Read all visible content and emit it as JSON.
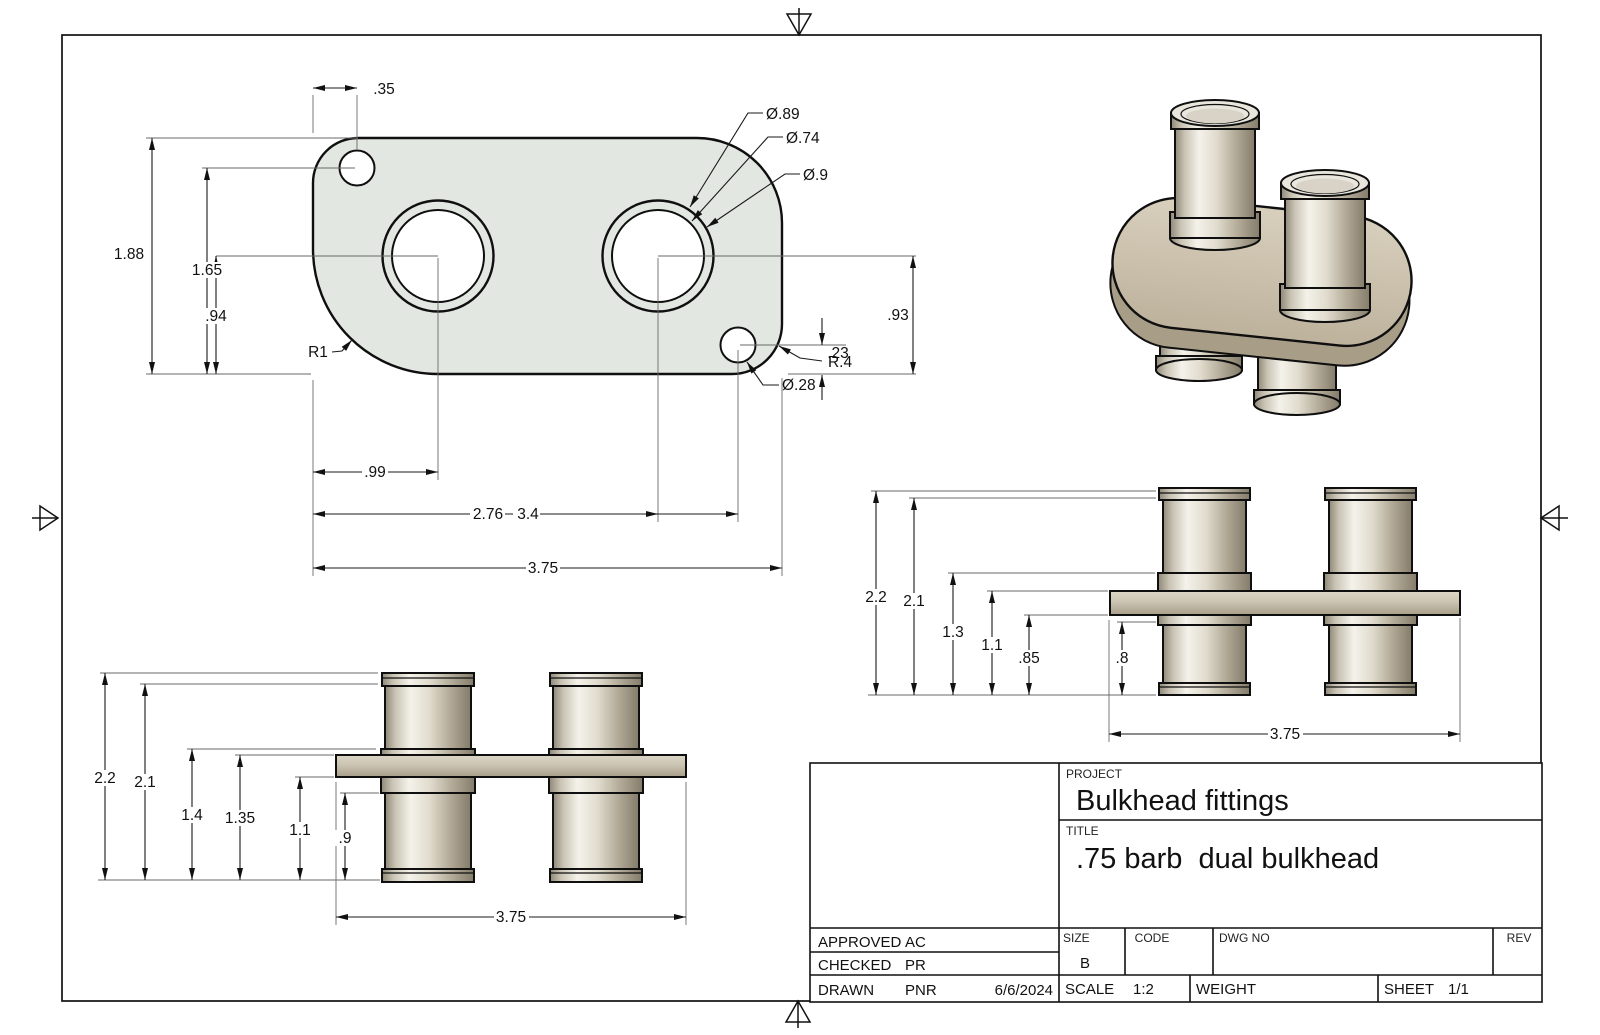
{
  "top_view": {
    "dim_hole_offset": ".35",
    "dim_plate_height": "1.88",
    "dim_small_hole_y": "1.65",
    "dim_hole_center_y": ".94",
    "label_corner_radius": "R1",
    "dia_counterbore_outer": "Ø.89",
    "dia_hole_inner": "Ø.74",
    "dia_counterbore": "Ø.9",
    "dim_center_to_edge": ".93",
    "dim_small_hole_edge": ".23",
    "label_corner_radius_small": "R.4",
    "dia_small_hole": "Ø.28",
    "dim_hole1_x": ".99",
    "dim_hole2_x": "2.76",
    "dim_small_hole_x": "3.4",
    "dim_total_width": "3.75"
  },
  "front_view": {
    "dim_total_height": "2.2",
    "dim_body_height": "2.1",
    "dim_collar_top": "1.4",
    "dim_plate_top": "1.35",
    "dim_plate_bottom": "1.1",
    "dim_collar_bottom": ".9",
    "dim_total_width": "3.75"
  },
  "side_view": {
    "dim_total_height": "2.2",
    "dim_body_height": "2.1",
    "dim_collar_top": "1.3",
    "dim_plate_top": "1.1",
    "dim_plate_bottom": ".85",
    "dim_collar_bottom": ".8",
    "dim_total_width": "3.75"
  },
  "title_block": {
    "project_label": "PROJECT",
    "project": "Bulkhead fittings",
    "title_label": "TITLE",
    "title": ".75 barb  dual bulkhead",
    "approved_label": "APPROVED",
    "approved": "AC",
    "checked_label": "CHECKED",
    "checked": "PR",
    "drawn_label": "DRAWN",
    "drawn": "PNR",
    "drawn_date": "6/6/2024",
    "size_label": "SIZE",
    "size": "B",
    "code_label": "CODE",
    "dwg_no_label": "DWG NO",
    "rev_label": "REV",
    "scale_label": "SCALE",
    "scale": "1:2",
    "weight_label": "WEIGHT",
    "sheet_label": "SHEET",
    "sheet": "1/1"
  },
  "colors": {
    "plate_fill": "#e3e7e1",
    "line": "#111111",
    "metal_light": "#f4f2ea",
    "metal_dark": "#847c6a",
    "iso_plate": "#cfc5b1"
  }
}
